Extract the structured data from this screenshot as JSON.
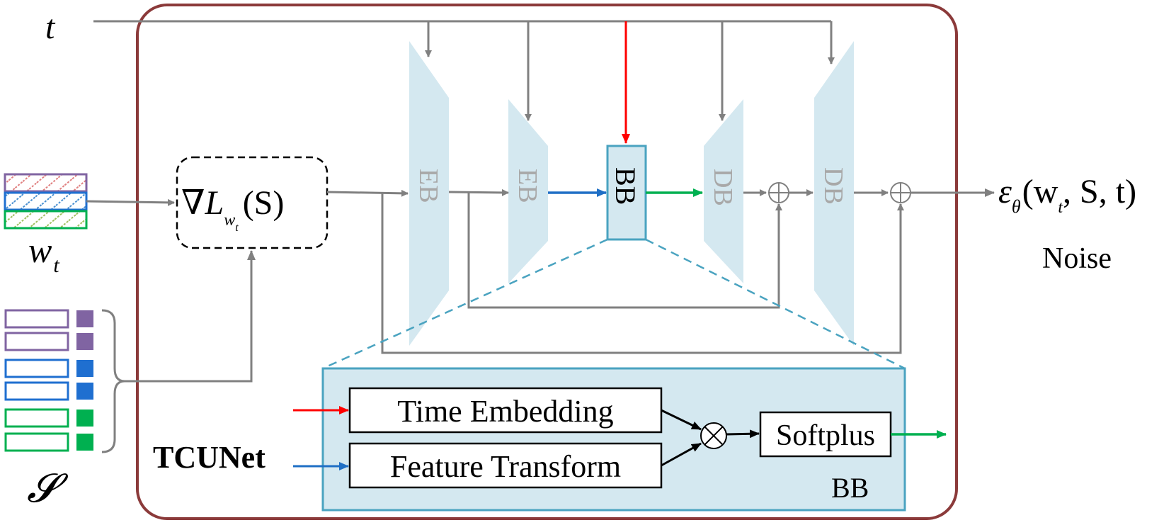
{
  "inputs": {
    "t_symbol": "t",
    "w_symbol": "w",
    "w_subscript": "t",
    "s_symbol": "𝓢"
  },
  "gradient_block": {
    "nabla_L": "∇L",
    "sub": "w",
    "subsub": "t",
    "arg": "(S)"
  },
  "unet_blocks": {
    "enc1": "EB",
    "enc2": "EB",
    "bottleneck": "BB",
    "dec1": "DB",
    "dec2": "DB"
  },
  "output": {
    "epsilon": "ε",
    "theta": "θ",
    "args_open": "(w",
    "args_sub": "t",
    "args_rest": ", S, t)",
    "noise_label": "Noise"
  },
  "bb_detail": {
    "time_embedding": "Time Embedding",
    "feature_transform": "Feature Transform",
    "softplus": "Softplus",
    "panel_label": "BB",
    "model_name": "TCUNet",
    "multiply_symbol": "⊗"
  },
  "colors": {
    "outer_border": "#8b3a3a",
    "block_fill": "#d4e8f0",
    "bb_border": "#4aa3c0",
    "arrow_gray": "#808080",
    "time_red": "#ff0000",
    "feature_blue": "#1f6fc5",
    "output_green": "#00b050",
    "purple": "#8064a2",
    "blue": "#1f6fd0",
    "green": "#00b050"
  }
}
